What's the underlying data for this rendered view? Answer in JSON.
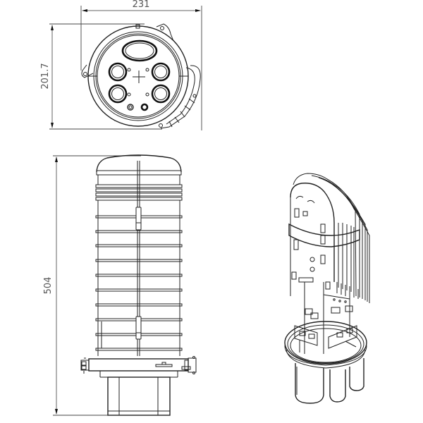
{
  "drawing": {
    "subject": "Dome fiber optic splice closure",
    "views": [
      {
        "id": "top-view",
        "label": "Top view (base end)"
      },
      {
        "id": "front-view",
        "label": "Front elevation"
      },
      {
        "id": "isometric-view",
        "label": "Isometric view with dome removed (splice trays and base)"
      }
    ]
  },
  "dimensions": {
    "width": {
      "value": "231",
      "orientation": "horizontal",
      "applies_to": "top-view"
    },
    "height_top": {
      "value": "201.7",
      "orientation": "vertical",
      "applies_to": "top-view"
    },
    "height_total": {
      "value": "504",
      "orientation": "vertical",
      "applies_to": "front-view"
    }
  },
  "top_view": {
    "ports_large": 4,
    "ports_small": 2,
    "oval_port": 1,
    "center_mark": "+"
  },
  "front_view": {
    "dome_ribs": 10,
    "clamp_latches": 2
  },
  "isometric_view": {
    "splice_trays": 7,
    "cable_ports_visible": 3
  },
  "colors": {
    "line": "#222222",
    "dimension": "#666666",
    "background": "#ffffff"
  }
}
